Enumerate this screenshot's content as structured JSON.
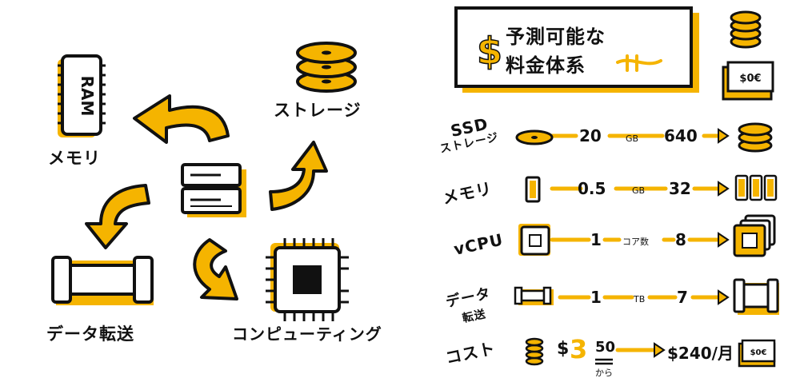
{
  "left": {
    "ram_chip_text": "RAM",
    "labels": {
      "memory": "メモリ",
      "storage": "ストレージ",
      "transfer": "データ転送",
      "compute": "コンピューティング"
    }
  },
  "pricing_box": {
    "line1": "予測可能な",
    "line2": "料金体系"
  },
  "rows": [
    {
      "label_main": "SSD",
      "label_sub": "ストレージ",
      "min": "20",
      "unit": "GB",
      "max": "640"
    },
    {
      "label_main": "メモリ",
      "label_sub": "",
      "min": "0.5",
      "unit": "GB",
      "max": "32"
    },
    {
      "label_main": "vCPU",
      "label_sub": "",
      "min": "1",
      "unit": "コア数",
      "max": "8"
    },
    {
      "label_main": "データ",
      "label_sub": "転送",
      "min": "1",
      "unit": "TB",
      "max": "7"
    }
  ],
  "cost": {
    "label": "コスト",
    "min_symbol": "$",
    "min_int": "3",
    "min_cents": "50",
    "min_note": "から",
    "max": "$240/月"
  },
  "banknote_text": "$0€",
  "colors": {
    "accent": "#F5B400",
    "ink": "#111111"
  }
}
